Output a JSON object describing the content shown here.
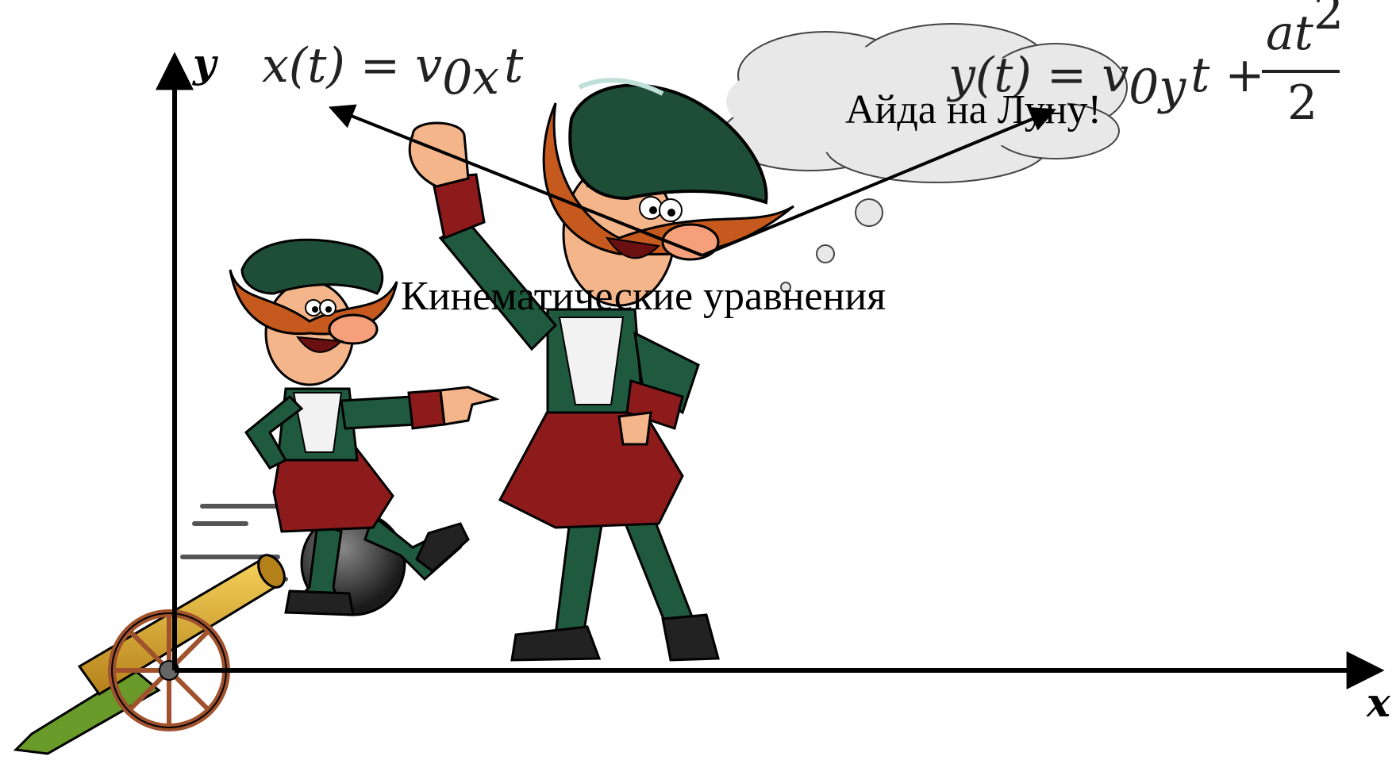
{
  "slide": {
    "title": "Кинематические уравнения",
    "thought_bubble_text": "Айда на Луну!"
  },
  "axes": {
    "x_label": "x",
    "y_label": "y"
  },
  "equations": {
    "x": {
      "lhs": "x(t) = v",
      "sub": "0x",
      "rhs": "t"
    },
    "y": {
      "lhs": "y(t) = v",
      "sub": "0y",
      "mid": "t +",
      "numerator": "at",
      "numerator_sup": "2",
      "denominator": "2"
    }
  },
  "colors": {
    "coat_red": "#8e1b1b",
    "coat_green": "#1f5a3e",
    "hat_green": "#1e4d38",
    "mustache": "#c65a1e",
    "skin": "#f5b58a",
    "cannon_brass": "#d9a520",
    "cannon_wheel": "#a0522d",
    "cannonball": "#333333",
    "cloud": "#e6e6e6"
  }
}
